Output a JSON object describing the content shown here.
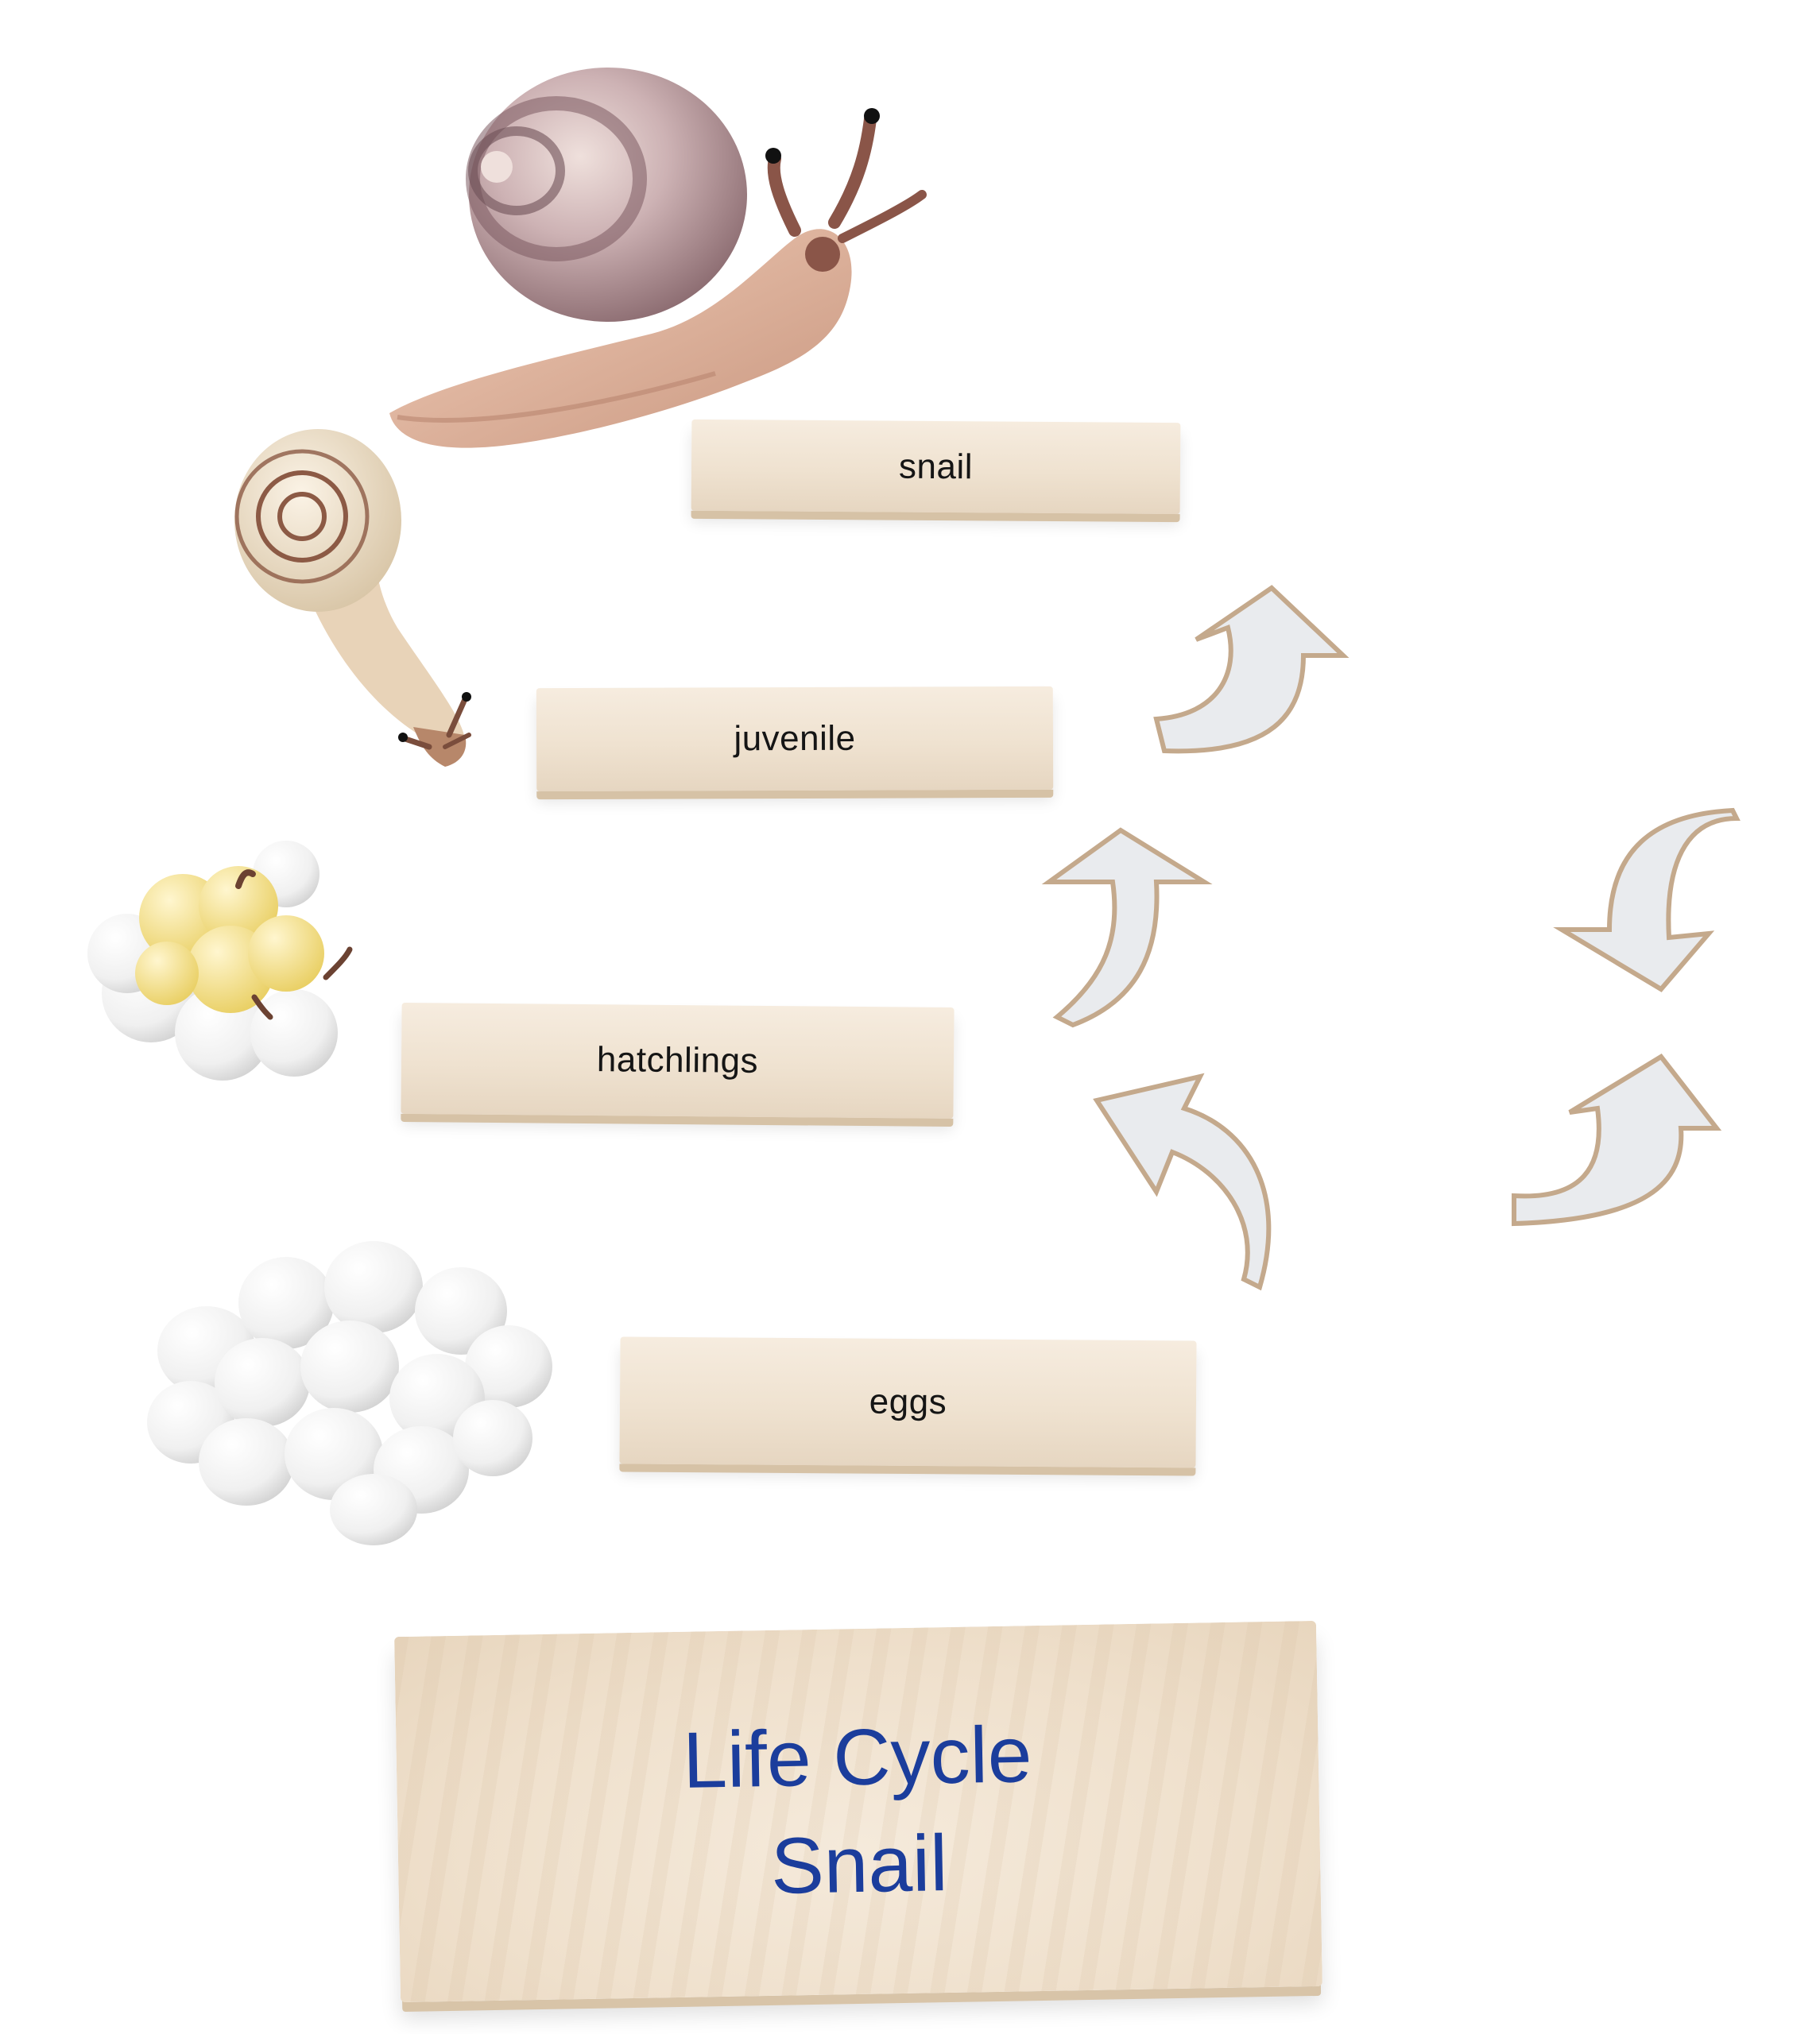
{
  "labels": {
    "snail": "snail",
    "juvenile": "juvenile",
    "hatchlings": "hatchlings",
    "eggs": "eggs"
  },
  "title": {
    "line1": "Life Cycle",
    "line2": "Snail"
  },
  "colors": {
    "title_text": "#1b3d9c",
    "label_text": "#151515",
    "wood": "#efe2d0",
    "arrow_face": "#e9ebee",
    "egg_white": "#f4f4f4",
    "snail_body": "#e2b9a0",
    "shell_brown": "#8a6a6f"
  },
  "icons": [
    "adult-snail-figure",
    "juvenile-snail-figure",
    "hatchlings-figure",
    "eggs-cluster-figure",
    "arrow-piece"
  ]
}
